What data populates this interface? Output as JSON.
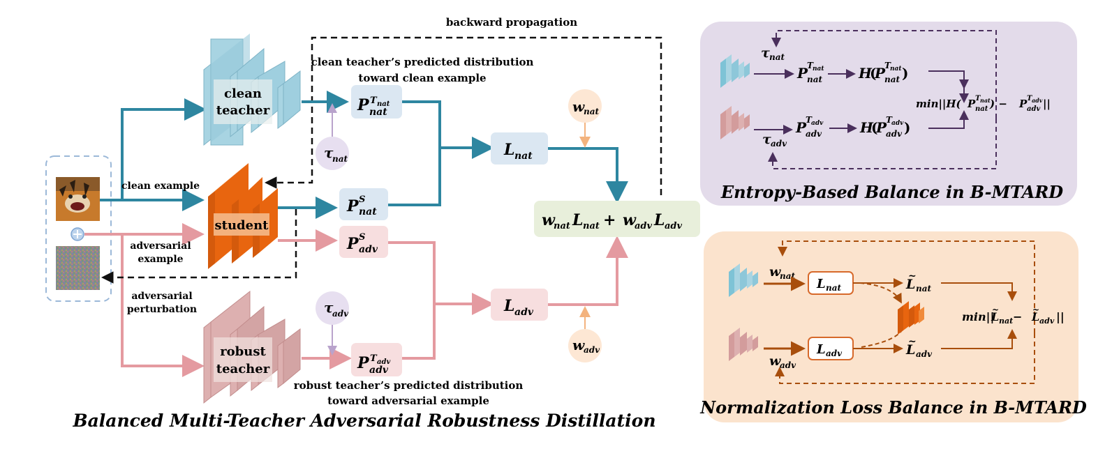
{
  "main": {
    "title": "Balanced Multi-Teacher Adversarial Robustness Distillation",
    "backward_label": "backward propagation",
    "clean_dist_label_1": "clean teacher’s predicted distribution",
    "clean_dist_label_2": "toward clean example",
    "robust_dist_label_1": "robust teacher’s predicted distribution",
    "robust_dist_label_2": "toward adversarial example",
    "clean_example_label": "clean example",
    "adversarial_example_label_1": "adversarial",
    "adversarial_example_label_2": "example",
    "perturbation_label_1": "adversarial",
    "perturbation_label_2": "perturbation",
    "clean_teacher_1": "clean",
    "clean_teacher_2": "teacher",
    "student": "student",
    "robust_teacher_1": "robust",
    "robust_teacher_2": "teacher",
    "P": "P",
    "L": "L",
    "w": "w",
    "tau": "τ",
    "sub_nat": "nat",
    "sub_adv": "adv",
    "sup_S": "S",
    "sup_T": "T",
    "plus": "+"
  },
  "entropy_panel": {
    "title": "Entropy-Based Balance in B-MTARD",
    "H": "H",
    "min_expr": "min||H(",
    "minus": ") − ",
    "close": "||"
  },
  "norm_panel": {
    "title": "Normalization Loss Balance in B-MTARD",
    "min_prefix": "min||",
    "minus": " − ",
    "close": "||"
  },
  "colors": {
    "teal": "#2e86a0",
    "pink": "#e49aa0",
    "orange_arrow": "#f3b37e",
    "dark_dashed": "#111111",
    "purple_arrow": "#4a2f5c",
    "brown_arrow": "#a84e0c",
    "clean_teacher_fill": "#a8d4e2",
    "robust_teacher_fill": "#ddb0b0",
    "student_fill": "#e8650f",
    "blue_box": "#dbe7f2",
    "pink_box": "#f7dedf",
    "tau_circle": "#e7dff0",
    "w_circle": "#fde7d4",
    "sum_box": "#e8efdb",
    "entropy_panel_bg": "#e3dbea",
    "norm_panel_bg": "#fbe3cd"
  }
}
